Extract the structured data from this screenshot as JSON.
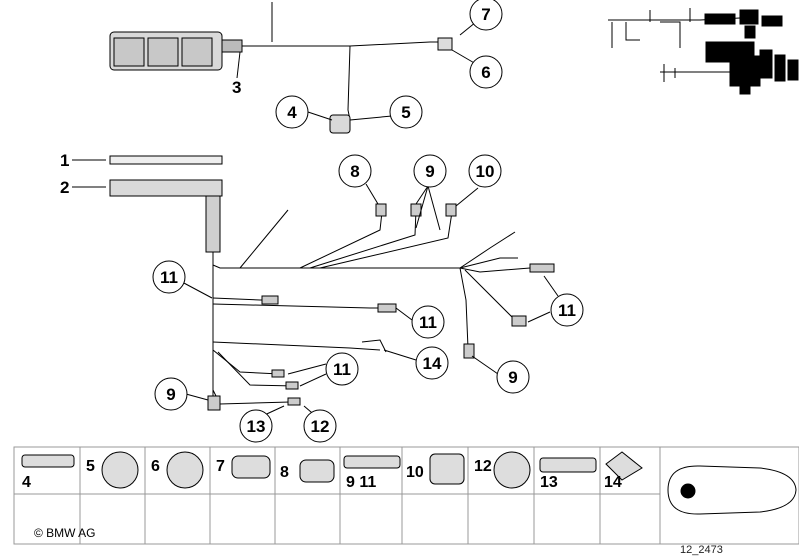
{
  "callouts": {
    "c1": "1",
    "c2": "2",
    "c3": "3",
    "c4": "4",
    "c5": "5",
    "c6": "6",
    "c7": "7",
    "c8": "8",
    "c9a": "9",
    "c10": "10",
    "c11a": "11",
    "c11b": "11",
    "c11c": "11",
    "c11d": "11",
    "c14": "14",
    "c9b": "9",
    "c9c": "9",
    "c13": "13",
    "c12": "12"
  },
  "legend": {
    "cells": [
      {
        "label": "4"
      },
      {
        "label": "5"
      },
      {
        "label": "6"
      },
      {
        "label": "7"
      },
      {
        "label": "8"
      },
      {
        "label": "9 11"
      },
      {
        "label": "10"
      },
      {
        "label": "12"
      },
      {
        "label": "13"
      },
      {
        "label": "14"
      }
    ]
  },
  "footer": {
    "copyright": "© BMW AG",
    "reference": "12_2473"
  },
  "colors": {
    "line": "#000000",
    "grid": "#999999",
    "part_fill": "#d9d9d9"
  }
}
